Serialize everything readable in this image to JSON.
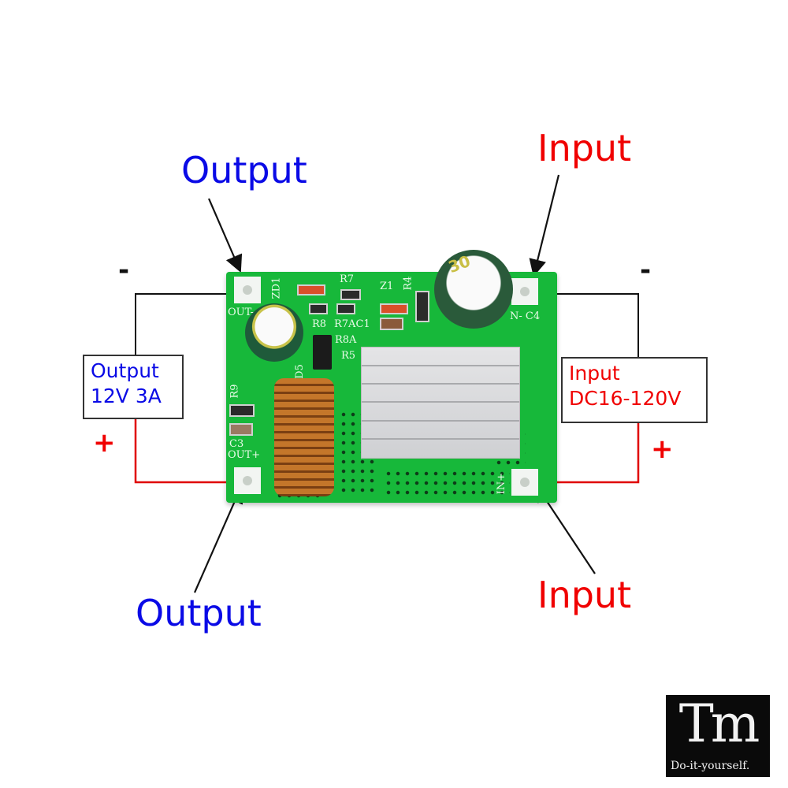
{
  "labels": {
    "output_top": "Output",
    "output_bottom": "Output",
    "input_top": "Input",
    "input_bottom": "Input",
    "minus_left": "-",
    "minus_right": "-",
    "plus_left": "+",
    "plus_right": "+"
  },
  "output_box": {
    "line1": "Output",
    "line2": "12V 3A"
  },
  "input_box": {
    "line1": "Input",
    "line2": "DC16-120V"
  },
  "pcb_silkscreen": {
    "zd1": "ZD1",
    "r7": "R7",
    "z1": "Z1",
    "r4": "R4",
    "out_minus": "OUT-",
    "r8": "R8",
    "r7ac1": "R7AC1",
    "r8a": "R8A",
    "r5": "R5",
    "d5": "D5",
    "r9": "R9",
    "c3": "C3",
    "out_plus": "OUT+",
    "in_minus_c4": "N- C4",
    "in_plus": "IN+",
    "cap_marking": "30"
  },
  "logo": {
    "mark": "Tm",
    "tagline": "Do-it-yourself."
  },
  "colors": {
    "output_text": "#0a0ae6",
    "input_text": "#f00000",
    "negative_wire": "#111111",
    "positive_wire": "#e00000",
    "pcb_green": "#17b83a"
  }
}
